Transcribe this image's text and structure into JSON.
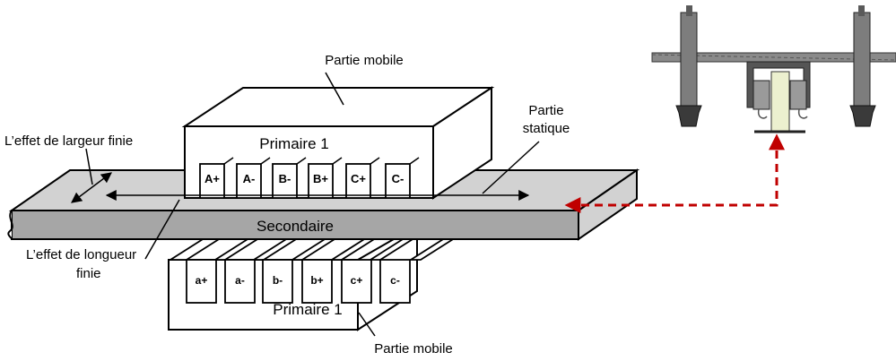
{
  "labels": {
    "top_mobile": "Partie mobile",
    "bottom_mobile": "Partie mobile",
    "primary_top": "Primaire 1",
    "primary_bottom": "Primaire 1",
    "static_1": "Partie",
    "static_2": "statique",
    "width_effect": "L’effet de largeur finie",
    "length_effect_1": "L’effet de longueur",
    "length_effect_2": "finie",
    "secondary": "Secondaire"
  },
  "top_slots": [
    "A+",
    "A-",
    "B-",
    "B+",
    "C+",
    "C-"
  ],
  "bottom_slots": [
    "a+",
    "a-",
    "b-",
    "b+",
    "c+",
    "c-"
  ],
  "colors": {
    "rail_fill": "#d2d2d2",
    "secondary_band": "#a6a6a6",
    "arrow_red": "#c00000",
    "outline": "#000000"
  }
}
